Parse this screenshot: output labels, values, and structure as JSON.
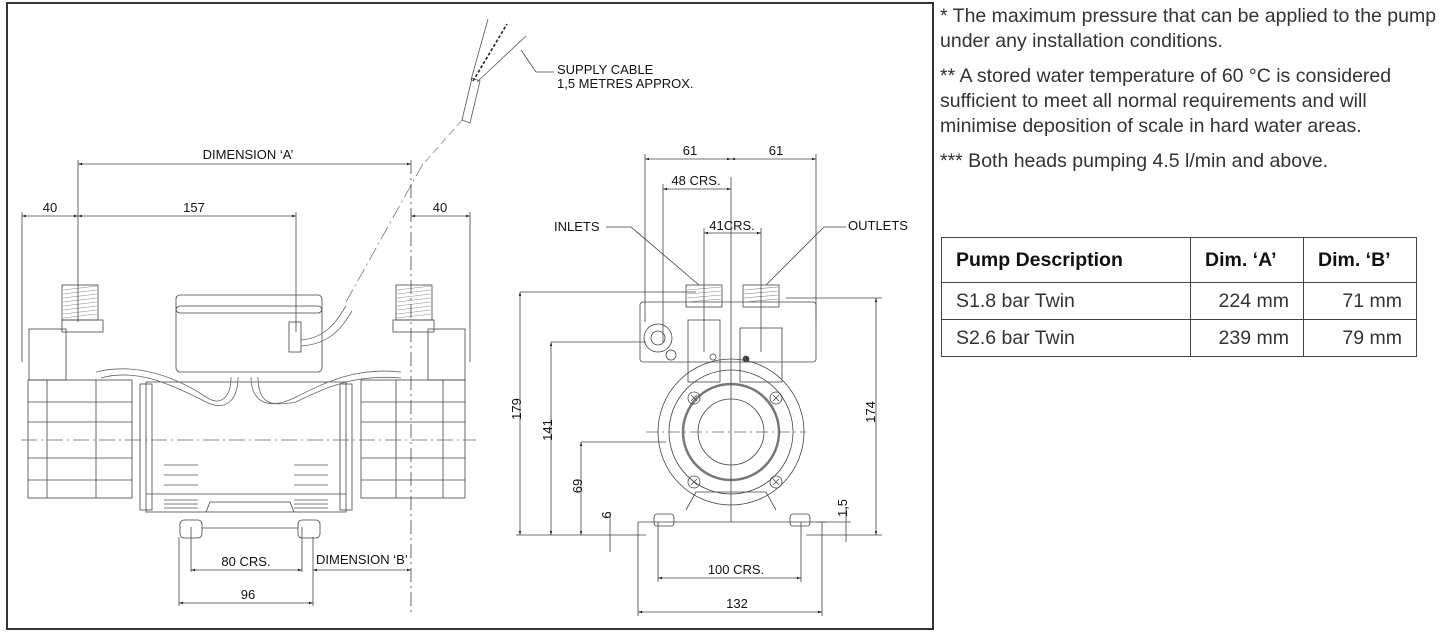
{
  "notes": [
    "* The maximum pressure that can be applied to the pump under any installation conditions.",
    "** A stored water temperature of 60 °C is considered sufficient to meet all normal requirements and will minimise deposition of scale in hard water areas.",
    "*** Both heads pumping 4.5 l/min and above."
  ],
  "table": {
    "headers": [
      "Pump Description",
      "Dim. ‘A’",
      "Dim. ‘B’"
    ],
    "rows": [
      [
        "S1.8 bar Twin",
        "224 mm",
        "71 mm"
      ],
      [
        "S2.6 bar Twin",
        "239 mm",
        "79 mm"
      ]
    ]
  },
  "side_view": {
    "supply_cable_line1": "SUPPLY CABLE",
    "supply_cable_line2": "1,5 METRES APPROX.",
    "dimension_a": "DIMENSION ‘A’",
    "dim_left_40": "40",
    "dim_157": "157",
    "dim_right_40": "40",
    "dim_80crs": "80  CRS.",
    "dimension_b": "DIMENSION ‘B’",
    "dim_96": "96"
  },
  "end_view": {
    "inlets": "INLETS",
    "outlets": "OUTLETS",
    "dim_61_left": "61",
    "dim_61_right": "61",
    "dim_48crs": "48 CRS.",
    "dim_41crs": "41CRS.",
    "dim_179": "179",
    "dim_141": "141",
    "dim_69": "69",
    "dim_6": "6",
    "dim_174": "174",
    "dim_1_5": "1,5",
    "dim_100crs": "100 CRS.",
    "dim_132": "132"
  }
}
